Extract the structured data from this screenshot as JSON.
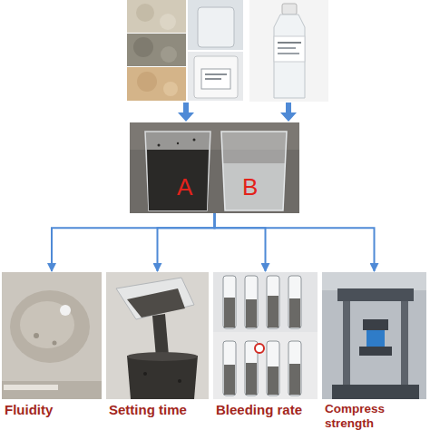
{
  "diagram": {
    "nodes": [
      {
        "text": [
          "A",
          "B"
        ]
      },
      {
        "text": [
          "Fluidity"
        ]
      },
      {
        "text": [
          "Setting time"
        ]
      },
      {
        "text": [
          "Bleeding rate"
        ]
      },
      {
        "text": [
          "Compress strength"
        ]
      }
    ],
    "edges": [
      {
        "from": 0,
        "to": 1,
        "arrow": "to"
      },
      {
        "from": 0,
        "to": 2,
        "arrow": "to"
      },
      {
        "from": 0,
        "to": 3,
        "arrow": "to"
      },
      {
        "from": 0,
        "to": 4,
        "arrow": "to"
      }
    ]
  }
}
